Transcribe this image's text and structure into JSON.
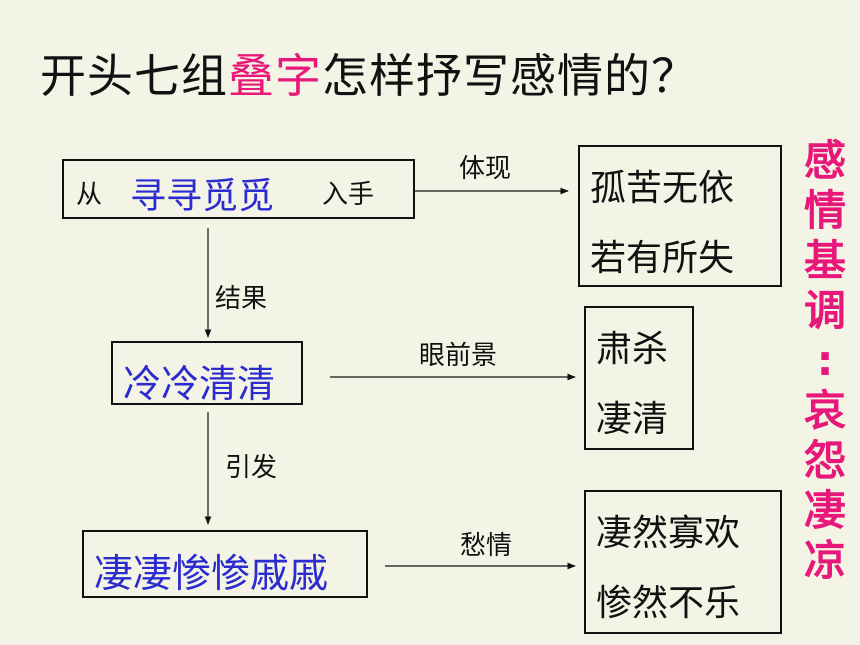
{
  "title": {
    "before": "开头七组",
    "highlight": "叠字",
    "after": "怎样抒写感情的？"
  },
  "node1": {
    "prefix": "从",
    "emph": "寻寻觅觅",
    "suffix": "入手"
  },
  "node2": {
    "text": "冷冷清清"
  },
  "node3": {
    "text": "凄凄惨惨戚戚"
  },
  "links": {
    "embody": "体现",
    "result": "结果",
    "scene": "眼前景",
    "trigger": "引发",
    "sorrow": "愁情"
  },
  "results": {
    "r1": [
      "孤苦无依",
      "若有所失"
    ],
    "r2": [
      "肃杀",
      "凄清"
    ],
    "r3": [
      "凄然寡欢",
      "惨然不乐"
    ]
  },
  "side_note": [
    "感",
    "情",
    "基",
    "调",
    ":",
    "哀",
    "怨",
    "凄",
    "凉"
  ],
  "colors": {
    "highlight": "#e8177a",
    "node_text": "#2b2bd0",
    "background": "#f3f4e6"
  }
}
